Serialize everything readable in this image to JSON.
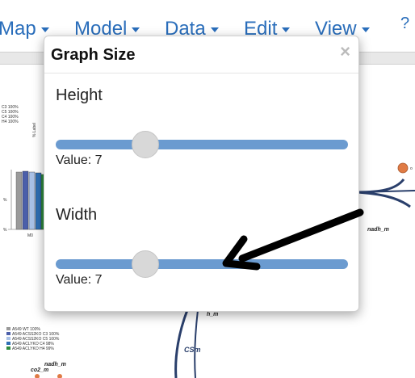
{
  "menu": {
    "items": [
      {
        "label": "Map"
      },
      {
        "label": "Model"
      },
      {
        "label": "Data"
      },
      {
        "label": "Edit"
      },
      {
        "label": "View"
      }
    ],
    "help_label": "?"
  },
  "background": {
    "legend_top": [
      "C3 100%",
      "C5 100%",
      "C4 100%",
      "H4 100%"
    ],
    "axis_label": "% Label",
    "bar_group_label": "M0",
    "legend_bottom": [
      "A549 WT 100%",
      "A549 ACSS2KO C3 100%",
      "A549 ACSS2KO C5 100%",
      "A549 ACLYKO C4 98%",
      "A549 ACLYKO H4 99%"
    ],
    "metabolite_labels": [
      "nadh_m",
      "co2_m",
      "nadh_m",
      "h_m"
    ],
    "reaction_label": "CSm",
    "node_label": "o"
  },
  "dialog": {
    "title": "Graph Size",
    "close_label": "×",
    "height_label": "Height",
    "height_value_text": "Value: 7",
    "width_label": "Width",
    "width_value_text": "Value: 7",
    "height_slider": {
      "value": 7,
      "fraction": 0.305
    },
    "width_slider": {
      "value": 7,
      "fraction": 0.305
    }
  },
  "colors": {
    "accent": "#2a6ebb",
    "track": "#6b9bd0",
    "thumb": "#d8d8d8",
    "pathway": "#2a3f6b",
    "node": "#e07b45"
  }
}
